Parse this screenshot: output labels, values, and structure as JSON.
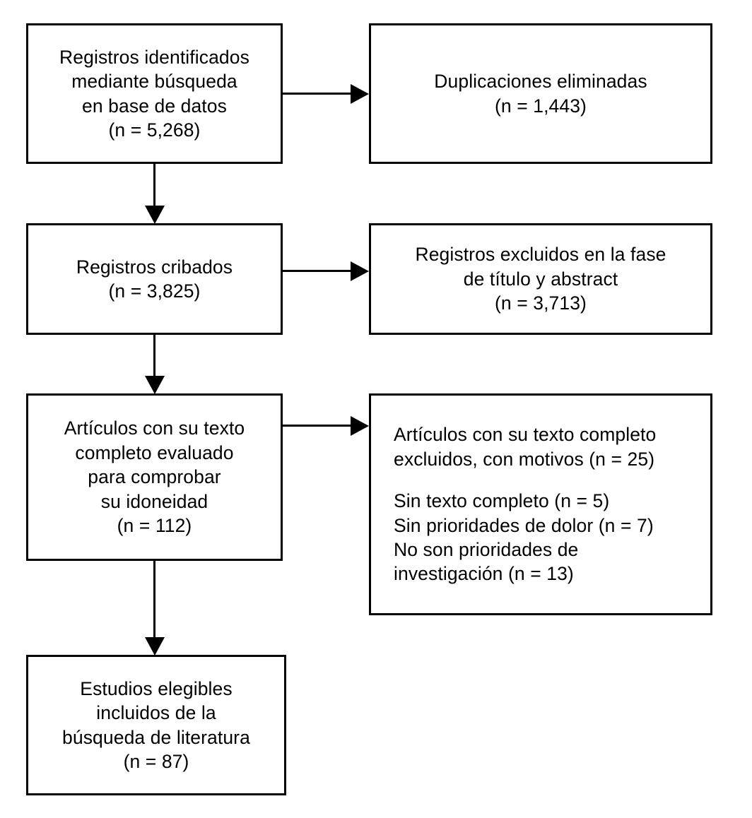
{
  "diagram": {
    "type": "prisma-flow-diagram",
    "language": "es",
    "boxes": {
      "records_identified": {
        "lines": [
          "Registros identificados",
          "mediante búsqueda",
          "en base de datos",
          "(n = 5,268)"
        ],
        "count": "5,268"
      },
      "duplicates_removed": {
        "lines": [
          "Duplicaciones eliminadas",
          "(n = 1,443)"
        ],
        "count": "1,443"
      },
      "records_screened": {
        "lines": [
          "Registros cribados",
          "(n = 3,825)"
        ],
        "count": "3,825"
      },
      "records_excluded": {
        "lines": [
          "Registros excluidos en la fase",
          "de título y abstract",
          "(n = 3,713)"
        ],
        "count": "3,713"
      },
      "fulltext_assessed": {
        "lines": [
          "Artículos con su texto",
          "completo evaluado",
          "para comprobar",
          "su idoneidad",
          "(n = 112)"
        ],
        "count": "112"
      },
      "fulltext_excluded": {
        "heading_line1": "Artículos con su texto completo",
        "heading_line2": "excluidos, con motivos (n = 25)",
        "count": "25",
        "reasons": [
          {
            "label": "Sin texto completo (n = 5)",
            "count": "5"
          },
          {
            "label": "Sin prioridades de dolor (n = 7)",
            "count": "7"
          },
          {
            "label": "No son prioridades de",
            "count": "13"
          },
          {
            "label": "investigación (n = 13)",
            "count": "13"
          }
        ]
      },
      "studies_included": {
        "lines": [
          "Estudios elegibles",
          "incluidos de la",
          "búsqueda de literatura",
          "(n = 87)"
        ],
        "count": "87"
      }
    },
    "colors": {
      "stroke": "#000000",
      "fill": "#ffffff",
      "text": "#000000"
    }
  }
}
